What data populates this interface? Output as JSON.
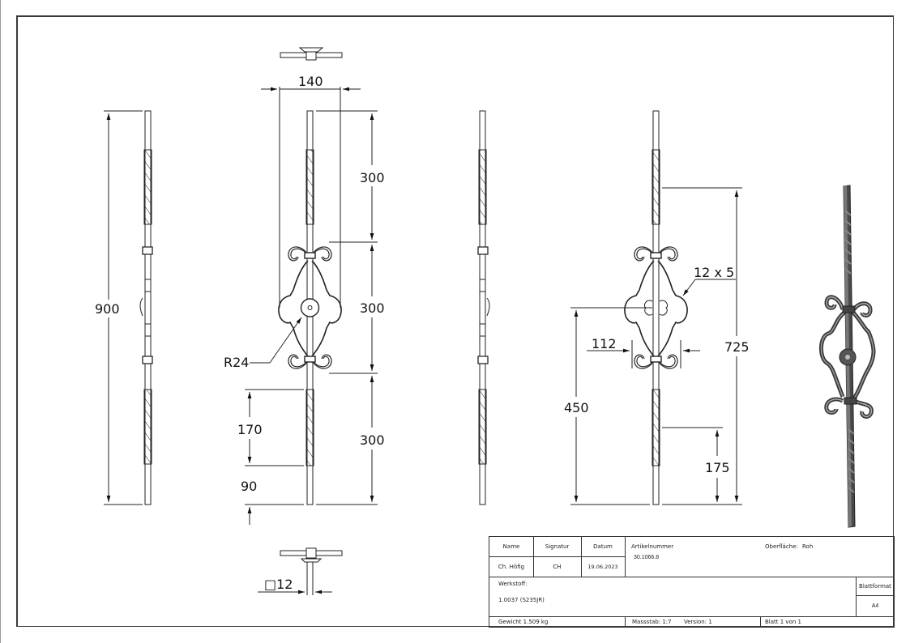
{
  "drawing": {
    "views": {
      "side_left": {
        "dimensions": {
          "overall_height": "900"
        }
      },
      "front": {
        "dimensions": {
          "width": "140",
          "top_segment": "300",
          "middle_segment": "300",
          "bottom_segment": "300",
          "rosette_radius": "R24",
          "twist_length": "170",
          "bottom_offset": "90"
        }
      },
      "bottom_view": {
        "dimensions": {
          "bar_section": "□12"
        }
      },
      "detail": {
        "dimensions": {
          "flat_bar": "12 x 5",
          "scroll_width": "112",
          "rosette_height": "450",
          "twist_top_height": "725",
          "twist_bottom_height": "175"
        }
      }
    }
  },
  "title_block": {
    "headers": {
      "name": "Name",
      "signature": "Signatur",
      "date": "Datum"
    },
    "values": {
      "name": "Ch. Höfig",
      "signature": "CH",
      "date": "19.06.2023"
    },
    "article_label": "Artikelnummer",
    "article_number": "30.1066.8",
    "surface_label": "Oberfläche:",
    "surface_value": "Roh",
    "material_label": "Werkstoff:",
    "material_value": "1.0037 (S235JR)",
    "sheet_format_label": "Blattformat",
    "sheet_format_value": "A4",
    "weight": "Gewicht 1.509 kg",
    "scale": "Massstab: 1:7",
    "version": "Version: 1",
    "sheet": "Blatt 1 von 1"
  }
}
